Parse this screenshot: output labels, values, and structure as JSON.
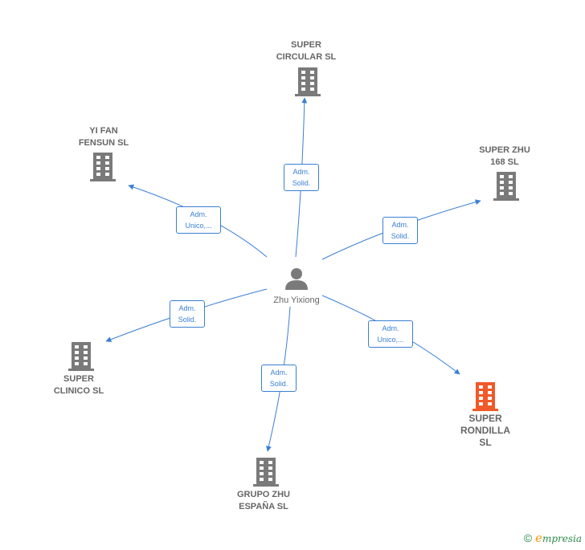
{
  "center_person": {
    "name": "Zhu Yixiong",
    "icon": "person-icon"
  },
  "companies": [
    {
      "id": "super-circular",
      "lines": [
        "SUPER",
        "CIRCULAR  SL"
      ],
      "icon": "building-icon",
      "color": "#7a7a7a"
    },
    {
      "id": "yi-fan-fensun",
      "lines": [
        "YI FAN",
        "FENSUN  SL"
      ],
      "icon": "building-icon",
      "color": "#7a7a7a"
    },
    {
      "id": "super-zhu-168",
      "lines": [
        "SUPER ZHU",
        "168  SL"
      ],
      "icon": "building-icon",
      "color": "#7a7a7a"
    },
    {
      "id": "super-clinico",
      "lines": [
        "SUPER",
        "CLINICO  SL"
      ],
      "icon": "building-icon",
      "color": "#7a7a7a"
    },
    {
      "id": "grupo-zhu-espana",
      "lines": [
        "GRUPO ZHU",
        "ESPAÑA SL"
      ],
      "icon": "building-icon",
      "color": "#7a7a7a"
    },
    {
      "id": "super-rondilla",
      "lines": [
        "SUPER",
        "RONDILLA",
        "SL"
      ],
      "icon": "building-icon",
      "color": "#f05a28",
      "highlight": true
    }
  ],
  "relations": [
    {
      "to": "super-circular",
      "lines": [
        "Adm.",
        "Solid."
      ]
    },
    {
      "to": "yi-fan-fensun",
      "lines": [
        "Adm.",
        "Unico,..."
      ]
    },
    {
      "to": "super-zhu-168",
      "lines": [
        "Adm.",
        "Solid."
      ]
    },
    {
      "to": "super-clinico",
      "lines": [
        "Adm.",
        "Solid."
      ]
    },
    {
      "to": "grupo-zhu-espana",
      "lines": [
        "Adm.",
        "Solid."
      ]
    },
    {
      "to": "super-rondilla",
      "lines": [
        "Adm.",
        "Unico,..."
      ]
    }
  ],
  "footer": {
    "copyright_symbol": "©",
    "brand_initial": "e",
    "brand_rest": "mpresia"
  },
  "colors": {
    "edge": "#3a7fd5",
    "node": "#7a7a7a",
    "highlight": "#f05a28"
  }
}
